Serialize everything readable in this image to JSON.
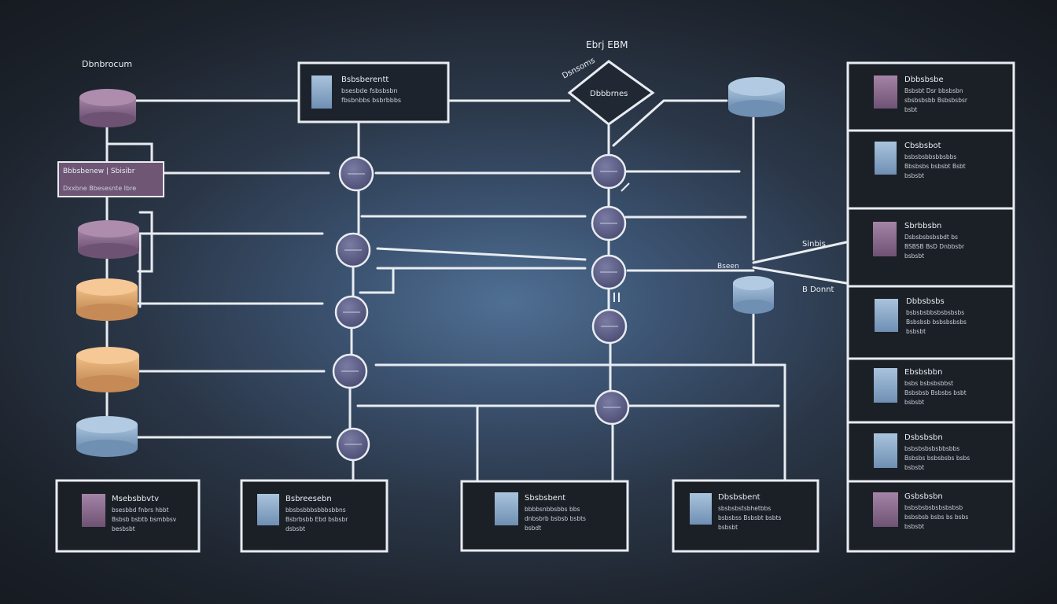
{
  "labels": {
    "left_title": "Dbnbrocum",
    "top_title": "Ebrj EBM",
    "diamond_side": "Dsnsoms",
    "diamond": "Dbbbrnes",
    "mid_right_a": "Sinbis",
    "mid_right_b": "Bseen",
    "mid_right_c": "B Donnt",
    "left_card_title": "Bbbsbenew | Sbisibr",
    "left_card_sub": "Dxxbne Bbesesnte Ibre"
  },
  "top_card": {
    "title": "Bsbsberentt",
    "lines": [
      "bsesbde fsbsbsbn",
      "fbsbnbbs bsbrbbbs"
    ]
  },
  "bottom_cards": [
    {
      "title": "Msebsbbvtv",
      "lines": [
        "bsesbbd fnbrs hbbt",
        "Bsbsb bsbtb bsmbbsv",
        "besbsbt"
      ],
      "color": "purple"
    },
    {
      "title": "Bsbreesebn",
      "lines": [
        "bbsbsbbbsbbbsbbns",
        "Bsbrbsbb Ebd bsbsbr",
        "dsbsbt"
      ],
      "color": "blue"
    },
    {
      "title": "Sbsbsbent",
      "lines": [
        "bbbbsnbbsbbs bbs",
        "dnbsbrb bsbsb bsbts",
        "bsbdt"
      ],
      "color": "blue"
    },
    {
      "title": "Dbsbsbent",
      "lines": [
        "sbsbsbstsbhetbbs",
        "bsbsbss Bsbsbt bsbts",
        "bsbsbt"
      ],
      "color": "blue"
    }
  ],
  "right_cards": [
    {
      "title": "Dbbsbsbe",
      "lines": [
        "Bsbsbt Dsr bbsbsbn",
        "sbsbsbsbb Bsbsbsbsr",
        "bsbt"
      ],
      "color": "purple"
    },
    {
      "title": "Cbsbsbot",
      "lines": [
        "bsbsbsbbsbbsbbs",
        "Bbsbsbs bsbsbt Bsbt",
        "bsbsbt"
      ],
      "color": "blue"
    },
    {
      "title": "Sbrbbsbn",
      "lines": [
        "Dsbsbsbsbsbdt bs",
        "BSBSB BsD Dnbbsbr",
        "bsbsbt"
      ],
      "color": "purple"
    },
    {
      "title": "Dbbsbsbs",
      "lines": [
        "bsbsbsbbsbsbsbsbs",
        "Bsbsbsb bsbsbsbsbs",
        "bsbsbt"
      ],
      "color": "blue"
    },
    {
      "title": "Ebsbsbbn",
      "lines": [
        "bsbs bsbsbsbbst",
        "Bsbsbsb Bsbsbs bsbt",
        "bsbsbt"
      ],
      "color": "blue"
    },
    {
      "title": "Dsbsbsbn",
      "lines": [
        "bsbsbsbsbsbbsbbs",
        "Bsbsbs bsbsbsbs bsbs",
        "bsbsbt"
      ],
      "color": "blue"
    },
    {
      "title": "Gsbsbsbn",
      "lines": [
        "bsbsbsbsbsbsbsbsb",
        "bsbsbsb bsbs bs bsbs",
        "bsbsbt"
      ],
      "color": "purple"
    }
  ],
  "colors": {
    "line": "#e8ecf1",
    "purple": "#8e6f95",
    "orange": "#d4a06c",
    "blue": "#7f9dbf",
    "node": "#5c5f86",
    "card_bg": "#1b1f26"
  }
}
